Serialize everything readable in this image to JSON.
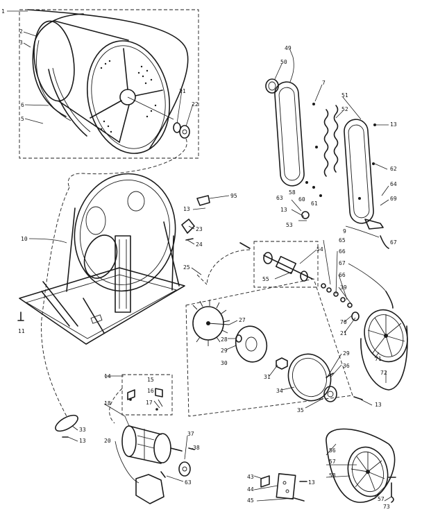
{
  "labels": [
    {
      "key": "1a",
      "text": "1"
    },
    {
      "key": "2",
      "text": "2"
    },
    {
      "key": "3",
      "text": "3"
    },
    {
      "key": "6",
      "text": "6"
    },
    {
      "key": "5",
      "text": "5"
    },
    {
      "key": "21a",
      "text": "21"
    },
    {
      "key": "22",
      "text": "22"
    },
    {
      "key": "49",
      "text": "49"
    },
    {
      "key": "50",
      "text": "50"
    },
    {
      "key": "7",
      "text": "7"
    },
    {
      "key": "51",
      "text": "51"
    },
    {
      "key": "52",
      "text": "52"
    },
    {
      "key": "13a",
      "text": "13"
    },
    {
      "key": "62",
      "text": "62"
    },
    {
      "key": "64",
      "text": "64"
    },
    {
      "key": "69",
      "text": "69"
    },
    {
      "key": "67a",
      "text": "67"
    },
    {
      "key": "58a",
      "text": "58"
    },
    {
      "key": "60",
      "text": "60"
    },
    {
      "key": "61",
      "text": "61"
    },
    {
      "key": "63a",
      "text": "63"
    },
    {
      "key": "13b",
      "text": "13"
    },
    {
      "key": "53",
      "text": "53"
    },
    {
      "key": "9",
      "text": "9"
    },
    {
      "key": "95",
      "text": "95"
    },
    {
      "key": "13c",
      "text": "13"
    },
    {
      "key": "23",
      "text": "23"
    },
    {
      "key": "24",
      "text": "24"
    },
    {
      "key": "10",
      "text": "10"
    },
    {
      "key": "54",
      "text": "54"
    },
    {
      "key": "55",
      "text": "55"
    },
    {
      "key": "65",
      "text": "65"
    },
    {
      "key": "66a",
      "text": "66"
    },
    {
      "key": "67b",
      "text": "67"
    },
    {
      "key": "66b",
      "text": "66"
    },
    {
      "key": "39",
      "text": "39"
    },
    {
      "key": "25",
      "text": "25"
    },
    {
      "key": "27",
      "text": "27"
    },
    {
      "key": "28",
      "text": "28"
    },
    {
      "key": "29a",
      "text": "29"
    },
    {
      "key": "30",
      "text": "30"
    },
    {
      "key": "70",
      "text": "70"
    },
    {
      "key": "21b",
      "text": "21"
    },
    {
      "key": "71",
      "text": "71"
    },
    {
      "key": "72",
      "text": "72"
    },
    {
      "key": "29b",
      "text": "29"
    },
    {
      "key": "36",
      "text": "36"
    },
    {
      "key": "31",
      "text": "31"
    },
    {
      "key": "34",
      "text": "34"
    },
    {
      "key": "35",
      "text": "35"
    },
    {
      "key": "13d",
      "text": "13"
    },
    {
      "key": "11",
      "text": "11"
    },
    {
      "key": "14",
      "text": "14"
    },
    {
      "key": "15",
      "text": "15"
    },
    {
      "key": "16",
      "text": "16"
    },
    {
      "key": "17",
      "text": "17"
    },
    {
      "key": "18",
      "text": "18"
    },
    {
      "key": "33",
      "text": "33"
    },
    {
      "key": "13e",
      "text": "13"
    },
    {
      "key": "20",
      "text": "20"
    },
    {
      "key": "37",
      "text": "37"
    },
    {
      "key": "38",
      "text": "38"
    },
    {
      "key": "63b",
      "text": "63"
    },
    {
      "key": "56",
      "text": "56"
    },
    {
      "key": "57a",
      "text": "57"
    },
    {
      "key": "58b",
      "text": "58"
    },
    {
      "key": "57b",
      "text": "57"
    },
    {
      "key": "43",
      "text": "43"
    },
    {
      "key": "44",
      "text": "44"
    },
    {
      "key": "45",
      "text": "45"
    },
    {
      "key": "73",
      "text": "73"
    },
    {
      "key": "13f",
      "text": "13"
    }
  ]
}
